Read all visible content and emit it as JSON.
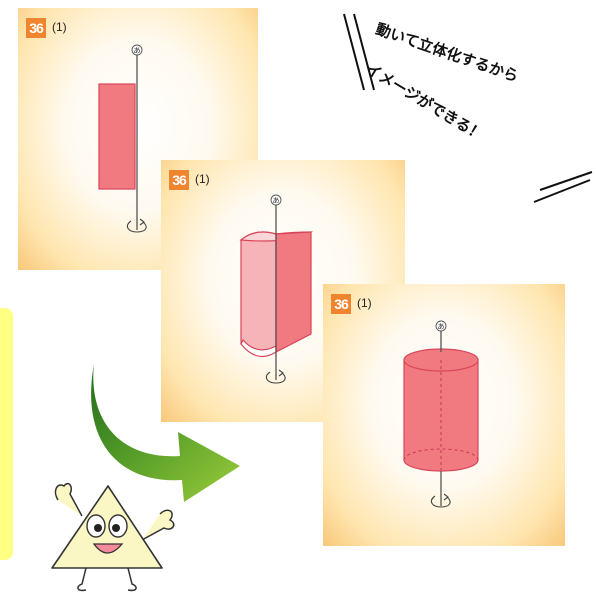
{
  "panels": [
    {
      "badge": "36",
      "sub": "(1)",
      "axis_label": "あ"
    },
    {
      "badge": "36",
      "sub": "(1)",
      "axis_label": "あ"
    },
    {
      "badge": "36",
      "sub": "(1)",
      "axis_label": "あ"
    }
  ],
  "caption": {
    "line1": "動いて立体化するから",
    "line2": "イメージができる！"
  },
  "colors": {
    "badge": "#f0852f",
    "shape_fill": "#f07a80",
    "shape_stroke": "#d8455a",
    "arrow": "#6fae2a",
    "mascot_body": "#fbf7c4",
    "side_strip": "#ffff82"
  },
  "icons": {
    "rotation": "rotation-arrow-icon",
    "arrow": "curved-green-arrow-icon",
    "mascot": "triangle-mascot-icon"
  }
}
